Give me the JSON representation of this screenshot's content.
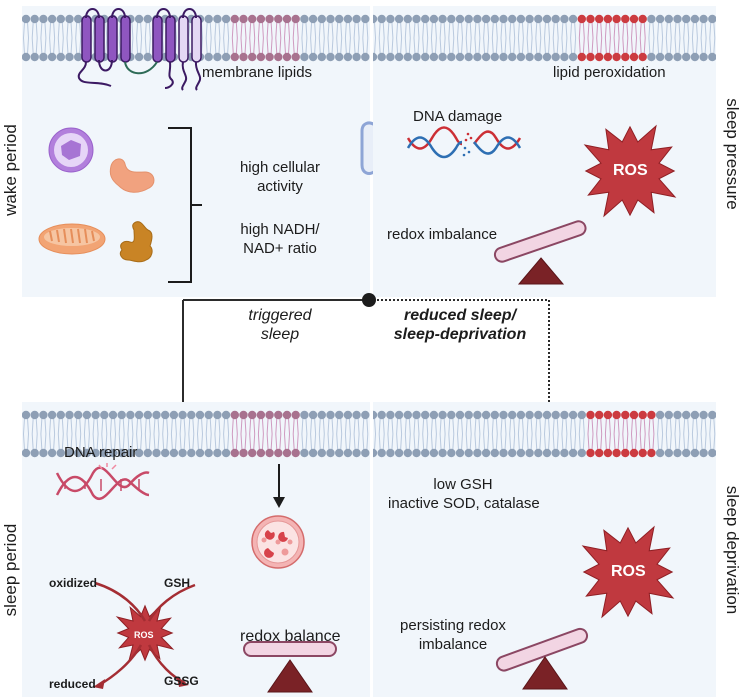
{
  "panels": {
    "wake": {
      "side_label": "wake period",
      "membrane_label": "membrane lipids",
      "activity_line1": "high cellular",
      "activity_line2": "activity",
      "ratio_line1": "high NADH/",
      "ratio_line2": "NAD+ ratio"
    },
    "pressure": {
      "side_label": "sleep pressure",
      "membrane_label": "lipid peroxidation",
      "dna_label": "DNA damage",
      "redox_label": "redox imbalance",
      "ros_label": "ROS"
    },
    "sleep": {
      "side_label": "sleep period",
      "dna_label": "DNA repair",
      "ros_label": "ROS",
      "oxidized_label": "oxidized",
      "gsh_label": "GSH",
      "reduced_label": "reduced",
      "gssg_label": "GSSG",
      "redox_label": "redox balance"
    },
    "deprivation": {
      "side_label": "sleep deprivation",
      "gsh_line1": "low GSH",
      "gsh_line2": "inactive SOD, catalase",
      "redox_line1": "persisting redox",
      "redox_line2": "imbalance",
      "ros_label": "ROS"
    }
  },
  "branches": {
    "left_line1": "triggered",
    "left_line2": "sleep",
    "right_line1": "reduced sleep/",
    "right_line2": "sleep-deprivation"
  },
  "colors": {
    "panel_bg": "#f1f6fb",
    "lipid_head": "#8e9fb5",
    "lipid_tail": "#b9c9de",
    "lipid_head_highlight": "#a8728f",
    "lipid_head_peroxidized": "#cc3b40",
    "ros_red": "#c0393f",
    "seesaw_pink": "#f2d5e3",
    "seesaw_border": "#8b4763",
    "fulcrum": "#7a2226",
    "protein_purple": "#8f56c0",
    "connector": "#2b2b2b"
  }
}
